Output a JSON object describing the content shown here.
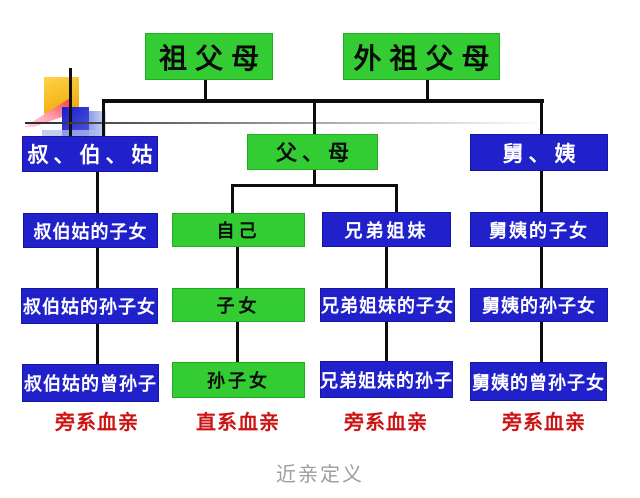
{
  "colors": {
    "direct_green": "#33cc33",
    "collateral_blue": "#2121cc",
    "category_red": "#cc1414",
    "connector_black": "#0d0d0d",
    "caption_gray": "#9e9e9e"
  },
  "diagram": {
    "type": "kinship-tree",
    "nodes": {
      "paternal_grandparents": "祖父母",
      "maternal_grandparents": "外祖父母",
      "paternal_uncles_aunts": "叔、伯、姑",
      "parents": "父、母",
      "maternal_uncles_aunts": "舅、姨",
      "paternal_cousins": "叔伯姑的子女",
      "self": "自己",
      "siblings": "兄弟姐妹",
      "maternal_cousins": "舅姨的子女",
      "paternal_cousins_children": "叔伯姑的孙子女",
      "children": "子女",
      "siblings_children": "兄弟姐妹的子女",
      "maternal_cousins_children": "舅姨的孙子女",
      "paternal_cousins_grandchildren": "叔伯姑的曾孙子",
      "grandchildren": "孙子女",
      "siblings_grandchildren": "兄弟姐妹的孙子",
      "maternal_cousins_grandchildren": "舅姨的曾孙子女"
    },
    "category_labels": {
      "col1": "旁系血亲",
      "col2": "直系血亲",
      "col3": "旁系血亲",
      "col4": "旁系血亲"
    }
  },
  "caption": "近亲定义"
}
